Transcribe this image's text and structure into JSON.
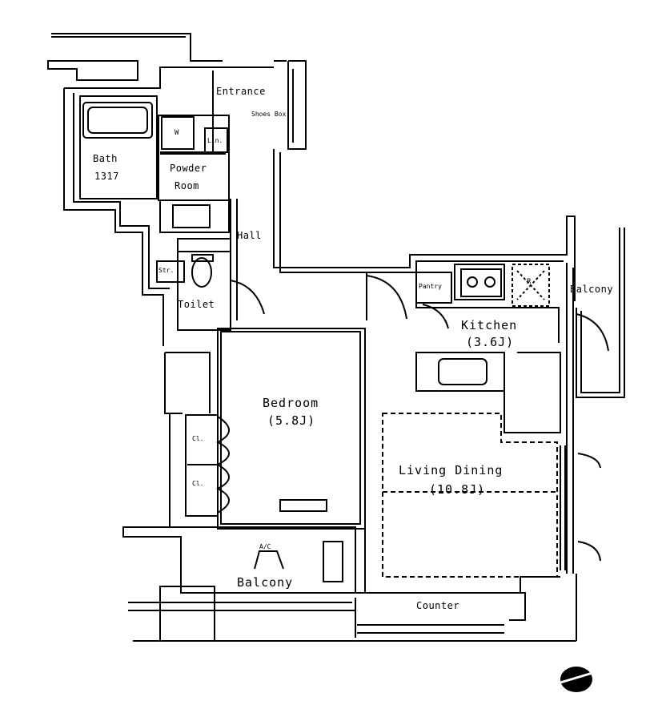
{
  "rooms": {
    "entrance": "Entrance",
    "shoes_box": "Shoes Box",
    "bath_name": "Bath",
    "bath_size": "1317",
    "powder_name": "Powder",
    "powder_suffix": "Room",
    "washer": "W",
    "linen": "Lin.",
    "hall": "Hall",
    "storage": "Str.",
    "toilet": "Toilet",
    "bedroom_name": "Bedroom",
    "bedroom_size": "(5.8J)",
    "closet_1": "Cl.",
    "closet_2": "Cl.",
    "pantry": "Pantry",
    "refrigerator": "R",
    "kitchen_name": "Kitchen",
    "kitchen_size": "(3.6J)",
    "living_name": "Living Dining",
    "living_size": "(10.8J)",
    "balcony_right": "Balcony",
    "balcony_bottom": "Balcony",
    "aircon": "A/C",
    "counter": "Counter"
  }
}
